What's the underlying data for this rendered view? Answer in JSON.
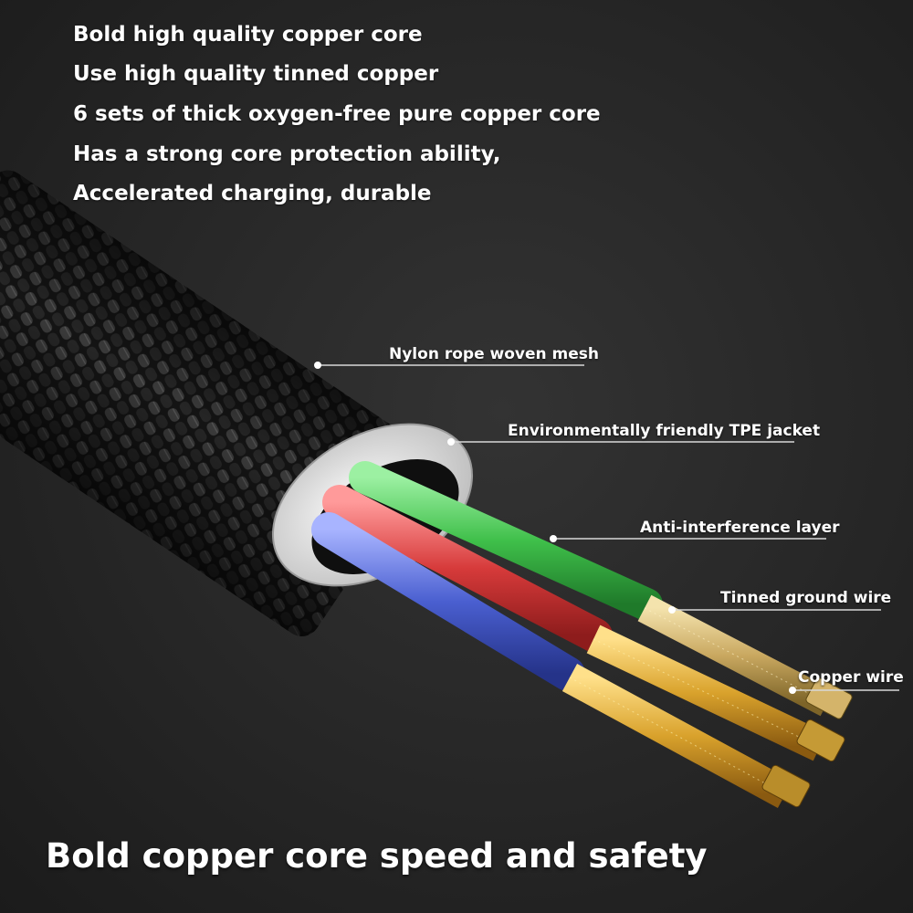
{
  "features": [
    "Bold high quality copper core",
    "Use high quality tinned copper",
    "6 sets of thick oxygen-free pure copper core",
    "Has a strong core protection ability,",
    "Accelerated charging, durable"
  ],
  "callouts": {
    "mesh": "Nylon rope woven mesh",
    "jacket": "Environmentally friendly TPE jacket",
    "interference": "Anti-interference layer",
    "ground": "Tinned ground wire",
    "copper": "Copper wire"
  },
  "headline": "Bold copper core speed and safety",
  "colors": {
    "background": "#232323",
    "braid": "#151515",
    "jacket": "#e4e4e4",
    "green_core": "#3fbf4a",
    "red_core": "#d63a3a",
    "blue_core": "#4a5fd0",
    "copper": "#d9a22c",
    "text": "#ffffff"
  }
}
